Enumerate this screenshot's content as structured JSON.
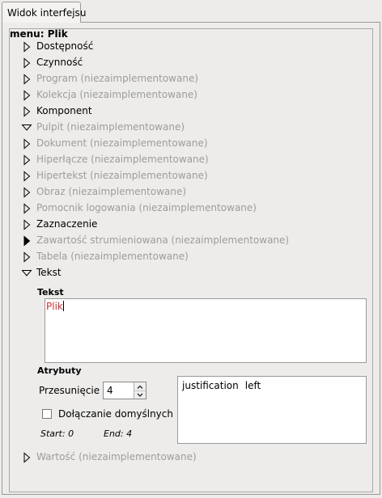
{
  "tab": {
    "label": "Widok interfejsu"
  },
  "menu": {
    "title": "menu: Plik"
  },
  "tree": [
    {
      "label": "Dostępność",
      "disabled": false,
      "arrow": "right"
    },
    {
      "label": "Czynność",
      "disabled": false,
      "arrow": "right"
    },
    {
      "label": "Program (niezaimplementowane)",
      "disabled": true,
      "arrow": "right"
    },
    {
      "label": "Kolekcja (niezaimplementowane)",
      "disabled": true,
      "arrow": "right"
    },
    {
      "label": "Komponent",
      "disabled": false,
      "arrow": "right"
    },
    {
      "label": "Pulpit (niezaimplementowane)",
      "disabled": true,
      "arrow": "down"
    },
    {
      "label": "Dokument (niezaimplementowane)",
      "disabled": true,
      "arrow": "right"
    },
    {
      "label": "Hiperłącze (niezaimplementowane)",
      "disabled": true,
      "arrow": "right"
    },
    {
      "label": "Hipertekst (niezaimplementowane)",
      "disabled": true,
      "arrow": "right"
    },
    {
      "label": "Obraz (niezaimplementowane)",
      "disabled": true,
      "arrow": "right"
    },
    {
      "label": "Pomocnik logowania (niezaimplementowane)",
      "disabled": true,
      "arrow": "right"
    },
    {
      "label": "Zaznaczenie",
      "disabled": false,
      "arrow": "right"
    },
    {
      "label": "Zawartość strumieniowana (niezaimplementowane)",
      "disabled": true,
      "arrow": "right-filled"
    },
    {
      "label": "Tabela (niezaimplementowane)",
      "disabled": true,
      "arrow": "right"
    },
    {
      "label": "Tekst",
      "disabled": false,
      "arrow": "down"
    }
  ],
  "text_section": {
    "heading": "Tekst",
    "content": "Plik",
    "attributes_heading": "Atrybuty",
    "offset_label": "Przesunięcie",
    "offset_value": "4",
    "include_defaults_label": "Dołączanie domyślnych",
    "start": "Start: 0",
    "end": "End: 4",
    "attr_key": "justification",
    "attr_value": "left"
  },
  "value_row": {
    "label": "Wartość (niezaimplementowane)",
    "disabled": true,
    "arrow": "right"
  },
  "colors": {
    "disabled_text": "#9c9c9c",
    "text_content": "#cc3333",
    "background": "#edeceb"
  }
}
